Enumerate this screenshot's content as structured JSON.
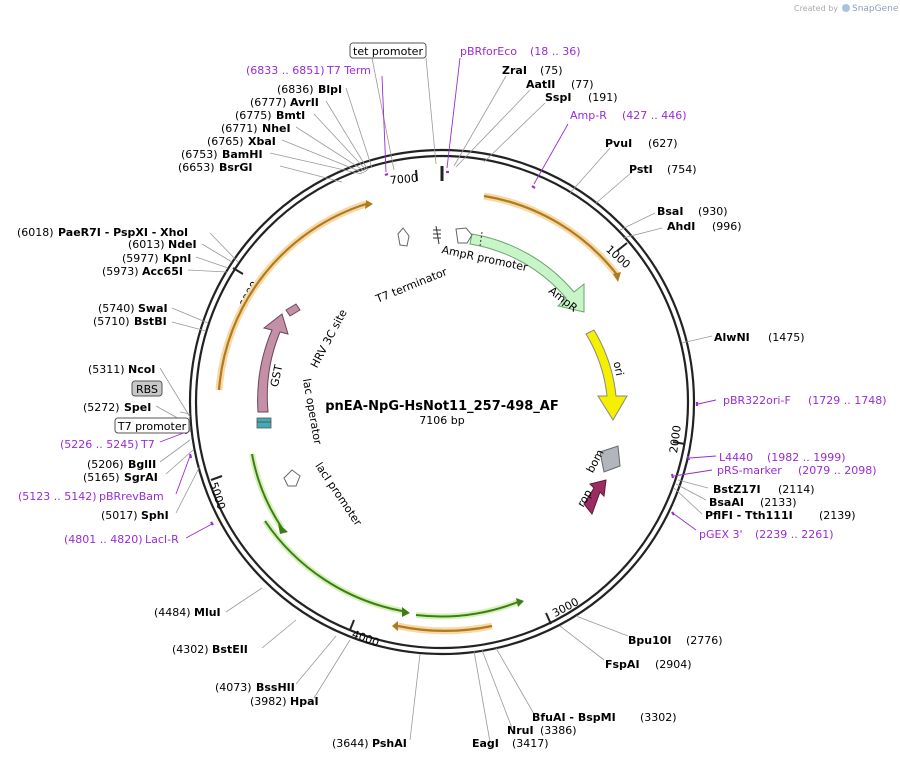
{
  "credit": {
    "prefix": "Created by",
    "brand": "SnapGene"
  },
  "plasmid": {
    "name": "pnEA-NpG-HsNot11_257-498_AF",
    "length": "7106 bp"
  },
  "ticks": [
    "1000",
    "2000",
    "3000",
    "4000",
    "5000",
    "6000",
    "7000"
  ],
  "boxed": {
    "tet": "tet promoter",
    "rbs": "RBS",
    "t7p": "T7 promoter"
  },
  "features": {
    "ampr_promoter": "AmpR promoter",
    "ampr": "AmpR",
    "t7term": "T7 terminator",
    "ori": "ori",
    "bom": "bom",
    "rop": "rop",
    "gst": "GST",
    "hrv": "HRV 3C site",
    "lacop": "lac operator",
    "lacI": "lacI promoter"
  },
  "sites": [
    {
      "name": "ZraI",
      "pos": "(75)"
    },
    {
      "name": "AatII",
      "pos": "(77)"
    },
    {
      "name": "SspI",
      "pos": "(191)"
    },
    {
      "name": "PvuI",
      "pos": "(627)"
    },
    {
      "name": "PstI",
      "pos": "(754)"
    },
    {
      "name": "BsaI",
      "pos": "(930)"
    },
    {
      "name": "AhdI",
      "pos": "(996)"
    },
    {
      "name": "AlwNI",
      "pos": "(1475)"
    },
    {
      "name": "BstZ17I",
      "pos": "(2114)"
    },
    {
      "name": "BsaAI",
      "pos": "(2133)"
    },
    {
      "name": "PflFI - Tth111I",
      "pos": "(2139)"
    },
    {
      "name": "Bpu10I",
      "pos": "(2776)"
    },
    {
      "name": "FspAI",
      "pos": "(2904)"
    },
    {
      "name": "BfuAI - BspMI",
      "pos": "(3302)"
    },
    {
      "name": "NruI",
      "pos": "(3386)"
    },
    {
      "name": "EagI",
      "pos": "(3417)"
    },
    {
      "name": "PshAI",
      "pos": "(3644)"
    },
    {
      "name": "HpaI",
      "pos": "(3982)"
    },
    {
      "name": "BssHII",
      "pos": "(4073)"
    },
    {
      "name": "BstEII",
      "pos": "(4302)"
    },
    {
      "name": "MluI",
      "pos": "(4484)"
    },
    {
      "name": "SphI",
      "pos": "(5017)"
    },
    {
      "name": "SgrAI",
      "pos": "(5165)"
    },
    {
      "name": "BglII",
      "pos": "(5206)"
    },
    {
      "name": "SpeI",
      "pos": "(5272)"
    },
    {
      "name": "NcoI",
      "pos": "(5311)"
    },
    {
      "name": "BstBI",
      "pos": "(5710)"
    },
    {
      "name": "SwaI",
      "pos": "(5740)"
    },
    {
      "name": "Acc65I",
      "pos": "(5973)"
    },
    {
      "name": "KpnI",
      "pos": "(5977)"
    },
    {
      "name": "NdeI",
      "pos": "(6013)"
    },
    {
      "name": "PaeR7I - PspXI - XhoI",
      "pos": "(6018)"
    },
    {
      "name": "BsrGI",
      "pos": "(6653)"
    },
    {
      "name": "BamHI",
      "pos": "(6753)"
    },
    {
      "name": "XbaI",
      "pos": "(6765)"
    },
    {
      "name": "NheI",
      "pos": "(6771)"
    },
    {
      "name": "BmtI",
      "pos": "(6775)"
    },
    {
      "name": "AvrII",
      "pos": "(6777)"
    },
    {
      "name": "BlpI",
      "pos": "(6836)"
    }
  ],
  "primers": [
    {
      "name": "pBRforEco",
      "range": "(18 .. 36)"
    },
    {
      "name": "Amp-R",
      "range": "(427 .. 446)"
    },
    {
      "name": "pBR322ori-F",
      "range": "(1729 .. 1748)"
    },
    {
      "name": "L4440",
      "range": "(1982 .. 1999)"
    },
    {
      "name": "pRS-marker",
      "range": "(2079 .. 2098)"
    },
    {
      "name": "pGEX 3'",
      "range": "(2239 .. 2261)"
    },
    {
      "name": "LacI-R",
      "range": "(4801 .. 4820)"
    },
    {
      "name": "pBRrevBam",
      "range": "(5123 .. 5142)"
    },
    {
      "name": "T7",
      "range": "(5226 .. 5245)"
    },
    {
      "name": "T7 Term",
      "range": "(6833 .. 6851)"
    }
  ],
  "colors": {
    "orange": "#f5a623",
    "green": "#6abf2e",
    "ampr": "#c8f5c8",
    "ori": "#f5f000",
    "gst": "#c490a8",
    "rop": "#9b2c62",
    "bom": "#b0b6bc",
    "primer": "#9a2bd6"
  }
}
